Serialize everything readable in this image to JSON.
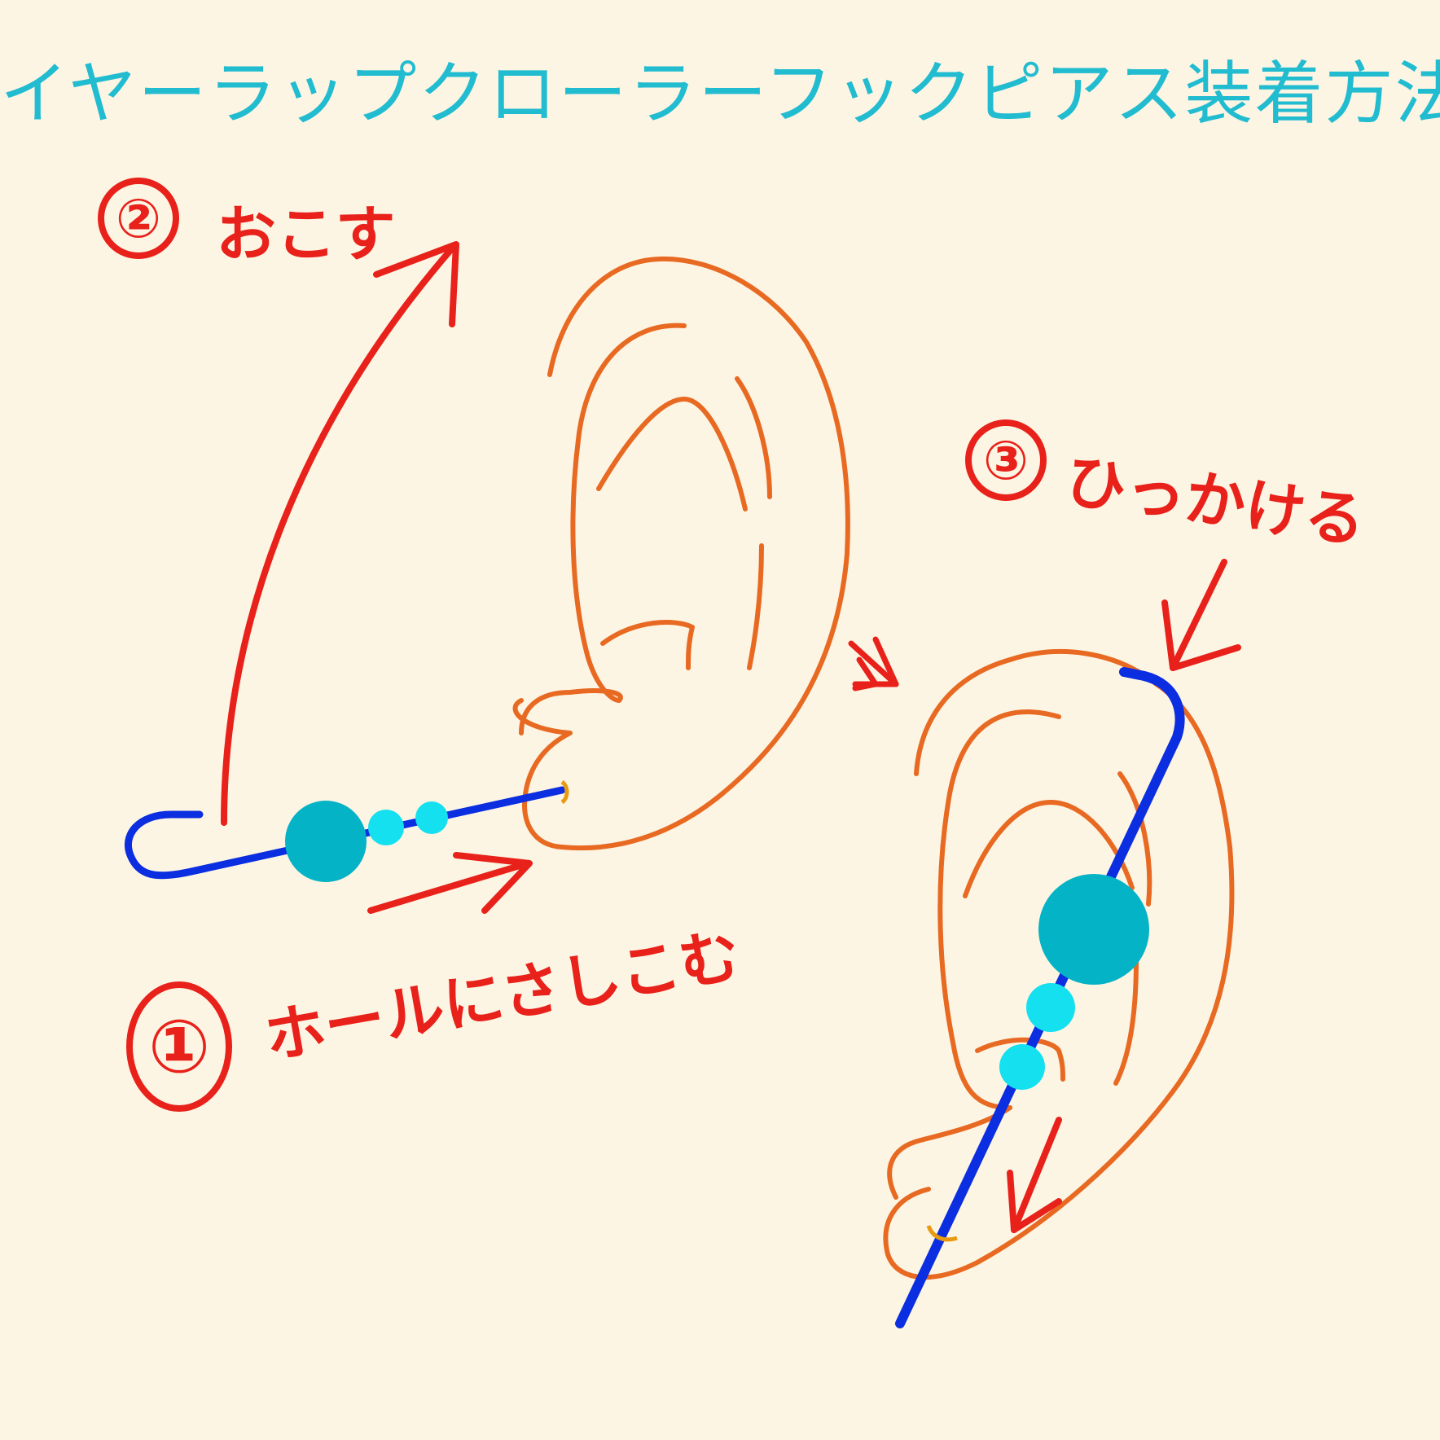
{
  "title": "イヤーラップクローラーフックピアス装着方法",
  "steps": [
    {
      "number": "②",
      "text": "おこす"
    },
    {
      "number": "①",
      "text": "ホールにさしこむ"
    },
    {
      "number": "③",
      "text": "ひっかける"
    }
  ],
  "colors": {
    "background": "#fdf5e4",
    "title": "#22bcd0",
    "annotation": "#e8211a",
    "ear": "#e86a22",
    "wire": "#0a2ee0",
    "bead_large": "#05b3c6",
    "bead_small": "#14e0ef",
    "post": "#e89a10"
  },
  "icons": [
    "ear-icon",
    "earring-icon",
    "arrow-icon"
  ]
}
